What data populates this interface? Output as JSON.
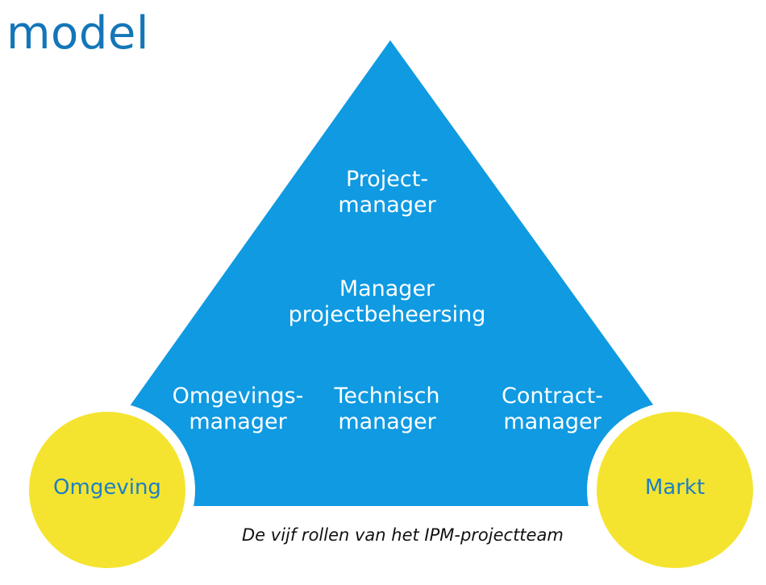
{
  "title": "model",
  "roles": {
    "project_manager": [
      "Project-",
      "manager"
    ],
    "manager_beheersing": [
      "Manager",
      "projectbeheersing"
    ],
    "omgevingsmanager": [
      "Omgevings-",
      "manager"
    ],
    "technisch_manager": [
      "Technisch",
      "manager"
    ],
    "contractmanager": [
      "Contract-",
      "manager"
    ]
  },
  "circles": {
    "left": "Omgeving",
    "right": "Markt"
  },
  "caption": "De vijf rollen van het IPM-projectteam",
  "colors": {
    "title": "#1476b8",
    "triangle": "#0f9ae2",
    "circle_fill": "#f4e430",
    "circle_text": "#1d7fc4"
  }
}
